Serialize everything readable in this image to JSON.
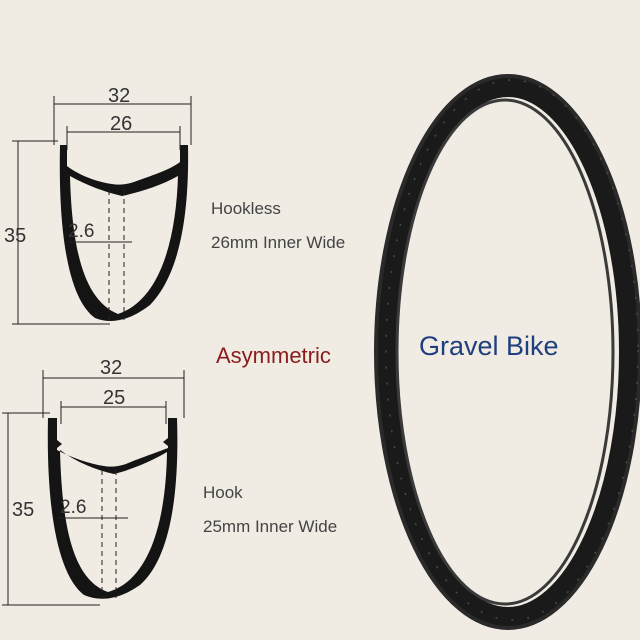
{
  "colors": {
    "background": "#f0ebe3",
    "profile": "#141414",
    "dimension_line": "#222222",
    "asymmetric_text": "#8a1c1c",
    "gravel_text": "#1f3f7f"
  },
  "profile_hookless": {
    "outer_width": "32",
    "inner_width": "26",
    "height": "35",
    "offset": "2.6",
    "type_label": "Hookless",
    "inner_label": "26mm Inner Wide"
  },
  "profile_hook": {
    "outer_width": "32",
    "inner_width": "25",
    "height": "35",
    "offset": "2.6",
    "type_label": "Hook",
    "inner_label": "25mm Inner Wide"
  },
  "asymmetric_label": "Asymmetric",
  "bike_label": "Gravel Bike"
}
